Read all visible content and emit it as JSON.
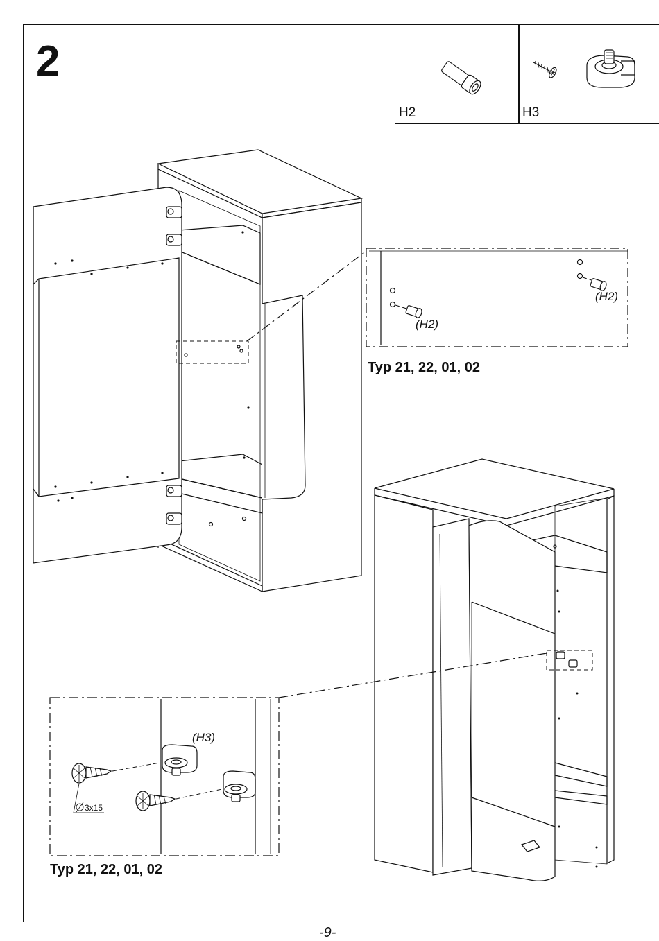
{
  "step": {
    "number": "2"
  },
  "parts": [
    {
      "id": "H2",
      "label": "H2",
      "icon": "dowel-icon"
    },
    {
      "id": "H3",
      "label": "H3",
      "icon": "screw-and-hinge-plate-icon"
    }
  ],
  "detail_top": {
    "callouts": [
      "(H2)",
      "(H2)"
    ],
    "caption": "Typ 21, 22, 01, 02"
  },
  "detail_bottom": {
    "callouts": [
      "(H3)"
    ],
    "screw_dimension": "3x15",
    "caption": "Typ 21, 22, 01, 02"
  },
  "page": {
    "number": "-9-"
  }
}
